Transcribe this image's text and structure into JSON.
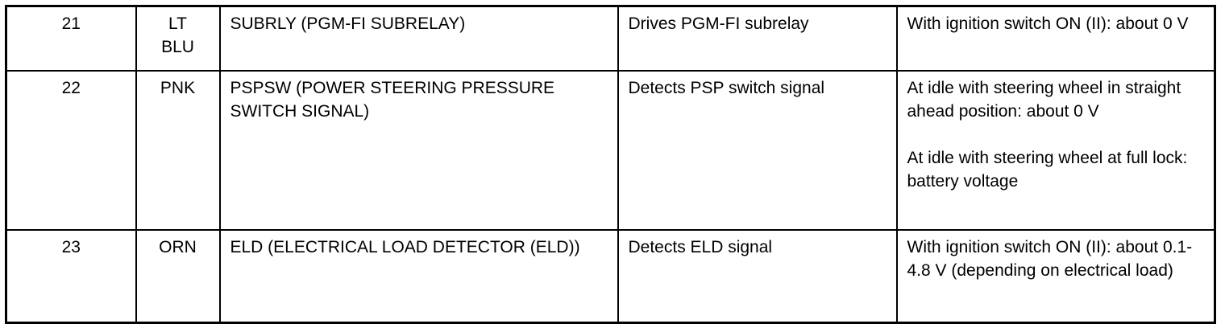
{
  "rows": [
    {
      "terminal": "21",
      "wire_color": [
        "LT",
        "BLU"
      ],
      "signal": "SUBRLY (PGM-FI SUBRELAY)",
      "description": "Drives PGM-FI subrelay",
      "conditions": [
        "With ignition switch ON (II): about 0 V"
      ]
    },
    {
      "terminal": "22",
      "wire_color": [
        "PNK"
      ],
      "signal": "PSPSW (POWER STEERING PRESSURE SWITCH SIGNAL)",
      "description": "Detects PSP switch signal",
      "conditions": [
        "At idle with steering wheel in straight ahead position: about 0 V",
        "At idle with steering wheel at full lock: battery voltage"
      ]
    },
    {
      "terminal": "23",
      "wire_color": [
        "ORN"
      ],
      "signal": "ELD (ELECTRICAL LOAD DETECTOR (ELD))",
      "description": "Detects ELD signal",
      "conditions": [
        "With ignition switch ON (II): about 0.1-4.8 V (depending on electrical load)"
      ]
    }
  ]
}
